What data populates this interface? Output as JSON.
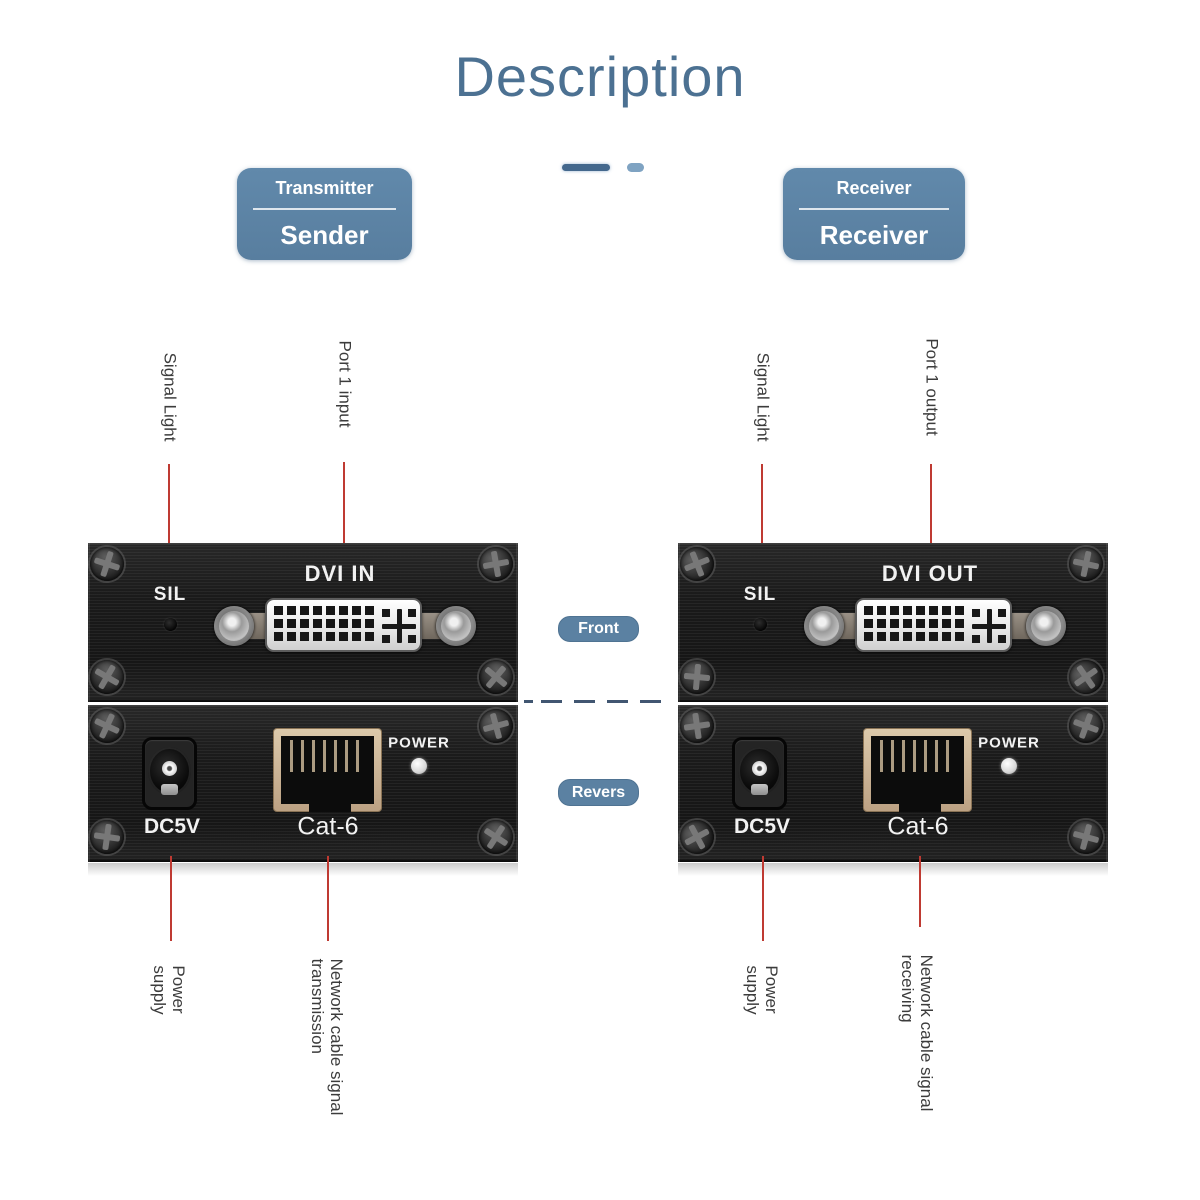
{
  "title": "Description",
  "badges": {
    "transmitter": {
      "top": "Transmitter",
      "bottom": "Sender"
    },
    "receiver": {
      "top": "Receiver",
      "bottom": "Receiver"
    }
  },
  "view_labels": {
    "front": "Front",
    "rear": "Revers"
  },
  "transmitter": {
    "front": {
      "signal_label": "SIL",
      "port_label": "DVI IN"
    },
    "rear": {
      "power_jack_label": "DC5V",
      "network_port_label": "Cat-6",
      "power_led_label": "POWER"
    },
    "callouts": {
      "signal_light": "Signal Light",
      "port": "Port 1 input",
      "power_supply": "Power\nsupply",
      "network": "Network cable signal\ntransmission"
    }
  },
  "receiver": {
    "front": {
      "signal_label": "SIL",
      "port_label": "DVI OUT"
    },
    "rear": {
      "power_jack_label": "DC5V",
      "network_port_label": "Cat-6",
      "power_led_label": "POWER"
    },
    "callouts": {
      "signal_light": "Signal Light",
      "port": "Port 1 output",
      "power_supply": "Power\nsupply",
      "network": "Network cable signal\nreceiving"
    }
  },
  "colors": {
    "title_blue": "#4c7192",
    "badge_blue": "#5d83a4",
    "callout_red": "#bf3a32",
    "panel_black": "#1d1d1d",
    "divider_navy": "#415671"
  }
}
